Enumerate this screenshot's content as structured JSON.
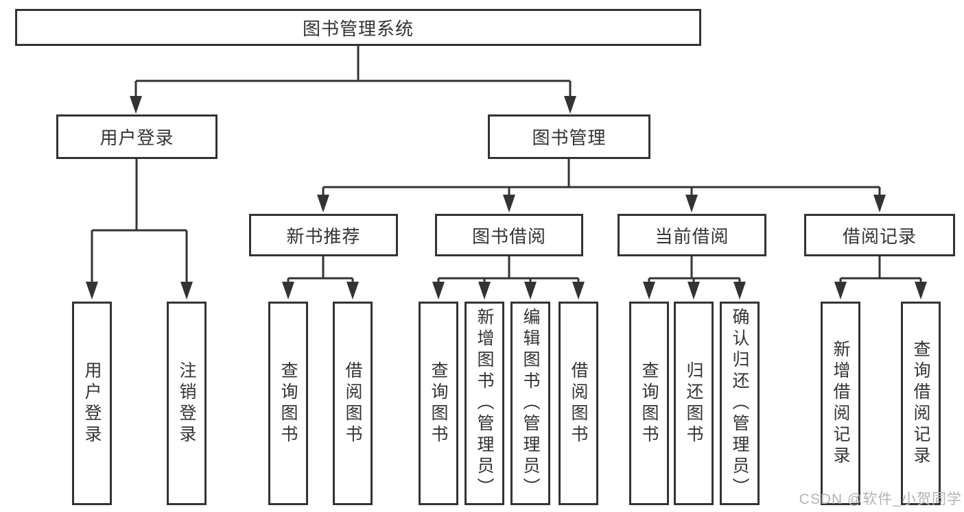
{
  "diagram": {
    "title": "图书管理系统",
    "tree": {
      "label": "图书管理系统",
      "children": [
        {
          "label": "用户登录",
          "children": [
            {
              "label": "用户登录"
            },
            {
              "label": "注销登录"
            }
          ]
        },
        {
          "label": "图书管理",
          "children": [
            {
              "label": "新书推荐",
              "children": [
                {
                  "label": "查询图书"
                },
                {
                  "label": "借阅图书"
                }
              ]
            },
            {
              "label": "图书借阅",
              "children": [
                {
                  "label": "查询图书"
                },
                {
                  "label": "新增图书（管理员）"
                },
                {
                  "label": "编辑图书（管理员）"
                },
                {
                  "label": "借阅图书"
                }
              ]
            },
            {
              "label": "当前借阅",
              "children": [
                {
                  "label": "查询图书"
                },
                {
                  "label": "归还图书"
                },
                {
                  "label": "确认归还（管理员）"
                }
              ]
            },
            {
              "label": "借阅记录",
              "children": [
                {
                  "label": "新增借阅记录"
                },
                {
                  "label": "查询借阅记录"
                }
              ]
            }
          ]
        }
      ]
    }
  },
  "watermark": {
    "text": "CSDN @软件_小贺同学"
  },
  "colors": {
    "line": "#333333",
    "box_border": "#333333",
    "box_fill": "#ffffff",
    "text": "#333333",
    "watermark": "#b3b3b3",
    "background": "#ffffff"
  }
}
